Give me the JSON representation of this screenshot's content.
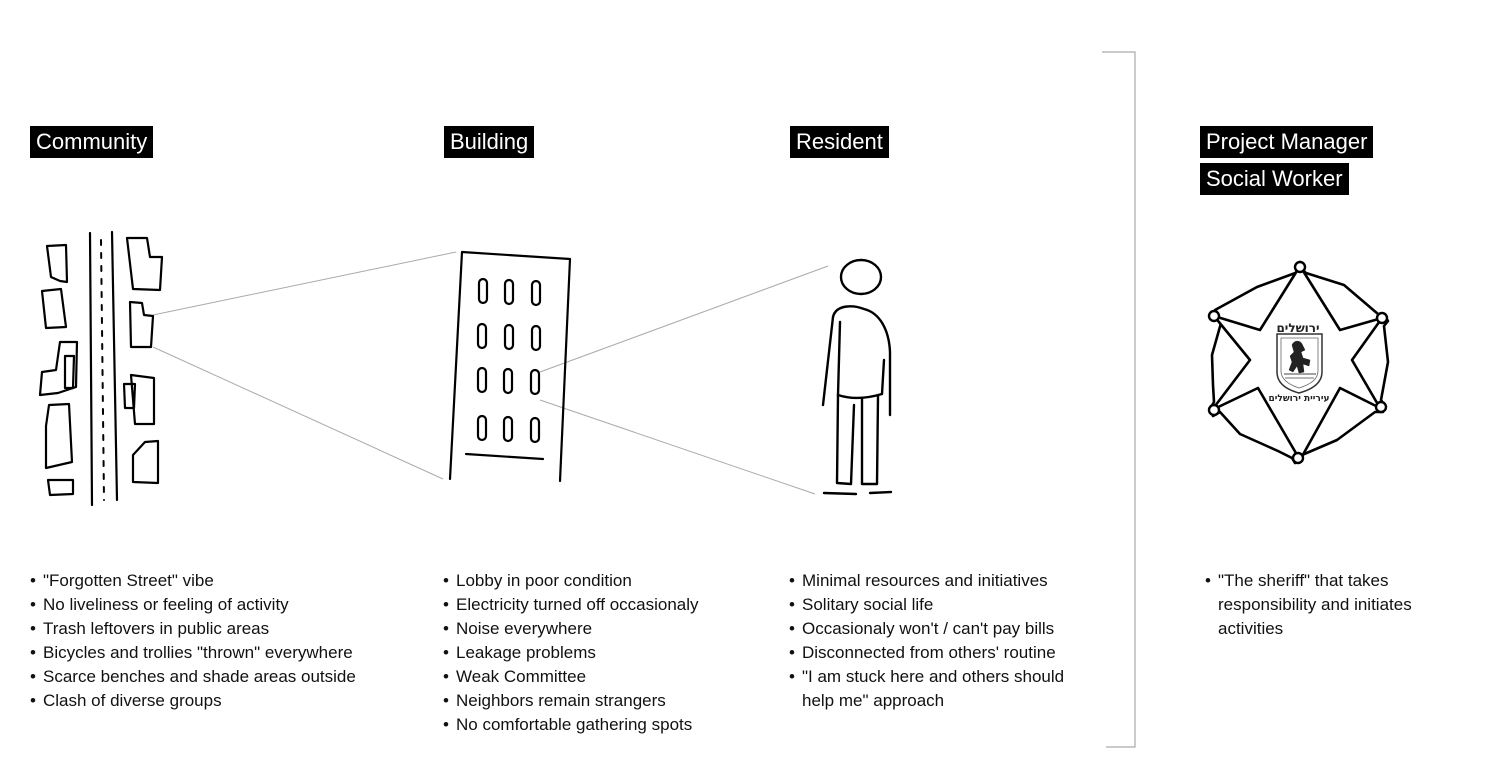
{
  "columns": [
    {
      "id": "community",
      "title": "Community",
      "points": [
        "\"Forgotten Street\" vibe",
        "No liveliness or feeling of activity",
        "Trash leftovers in public areas",
        "Bicycles and trollies \"thrown\" everywhere",
        "Scarce benches and shade areas outside",
        "Clash of diverse groups"
      ]
    },
    {
      "id": "building",
      "title": "Building",
      "points": [
        "Lobby in poor condition",
        "Electricity turned off occasionaly",
        "Noise everywhere",
        "Leakage problems",
        "Weak Committee",
        "Neighbors remain strangers",
        "No comfortable gathering spots"
      ]
    },
    {
      "id": "resident",
      "title": "Resident",
      "points": [
        "Minimal resources and initiatives",
        "Solitary social life",
        "Occasionaly won't / can't pay bills",
        "Disconnected from others' routine",
        "\"I am stuck here and others should help me\" approach"
      ]
    }
  ],
  "roles": {
    "titles": [
      "Project Manager",
      "Social Worker"
    ],
    "points": [
      "\"The sheriff\" that takes responsibility and initiates activities"
    ]
  },
  "emblem": {
    "top_text": "ירושלים",
    "bottom_text": "עיריית ירושלים"
  }
}
